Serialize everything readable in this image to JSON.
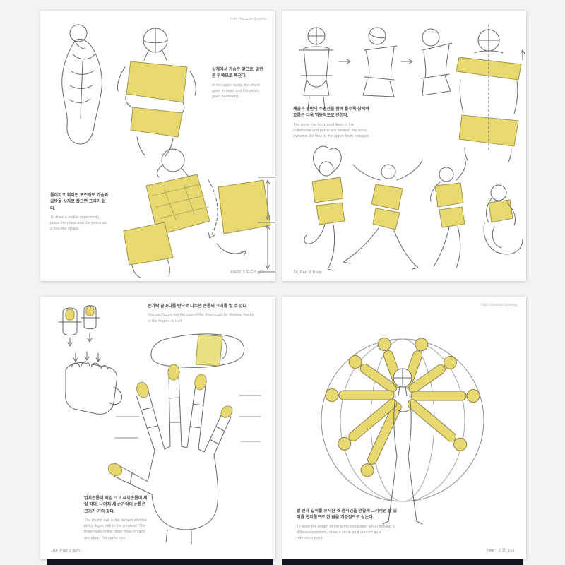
{
  "colors": {
    "background": "#f3f3f3",
    "paper": "#ffffff",
    "highlight_yellow": "#e7d96f",
    "sketch_line": "#666666",
    "bottom_edge": "#141420"
  },
  "running_header": "Hold character drawing",
  "page_top_left": {
    "caption_upper": {
      "ko": "상체에서 가슴은 앞으로, 골반은 뒤쪽으로 빠진다.",
      "en": "In the upper body, the chest goes forward and the pelvis goes backward."
    },
    "caption_lower": {
      "ko": "틀어지고 휘어진 포즈라도 가슴과 골반을 상자로 잡으면 그리기 쉽다.",
      "en": "To draw a stable upper body, place the chest and the pelvis as a box-like shape."
    },
    "folio": "PART 3 토르소_63"
  },
  "page_top_right": {
    "caption": {
      "ko": "쇄골과 골반의 수평선을 함께 틀수록 상체의 흐름은 더욱 역동적으로 변한다.",
      "en": "The more the horizontal lines of the collarbone and pelvis are twisted, the more dynamic the flow of the upper body changes."
    },
    "folio": "74_Part II Body"
  },
  "page_bottom_left": {
    "caption_top": {
      "ko": "손가락 끝마디를 반으로 나누면 손톱의 크기를 알 수 있다.",
      "en": "You can figure out the size of the fingernails by dividing the tip of the fingers in half."
    },
    "caption_bottom": {
      "ko": "엄지손톱이 제일 크고 새끼손톱이 제일 작다. 나머지 세 손가락의 손톱은 크기가 거의 같다.",
      "en": "The thumb nail is the largest and the pinky finger nail is the smallest. The fingernails of the other three fingers are about the same size."
    },
    "folio": "104_Part 2 Arm"
  },
  "page_bottom_right": {
    "caption": {
      "ko": "팔 전체 길이를 유지한 채 움직임을 연결해 그리려면 팔 길이를 반지름으로 한 원을 기준점으로 삼는다.",
      "en": "To keep the length of the arms consistent when moving to different positions, draw a circle so it can act as a reference point."
    },
    "folio": "PART 2 팔_101"
  }
}
